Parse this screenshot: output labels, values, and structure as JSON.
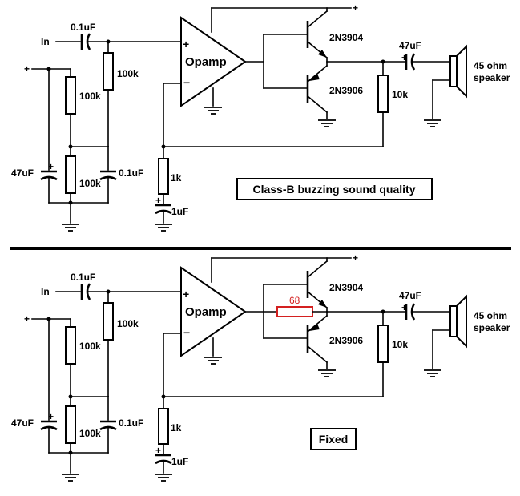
{
  "labels": {
    "input": "In",
    "cap_input": "0.1uF",
    "res_bias_top": "100k",
    "res_divider_top": "100k",
    "res_divider_bottom": "100k",
    "cap_bias": "0.1uF",
    "cap_47": "47uF",
    "res_feedback_1k": "1k",
    "cap_1uf": "1uF",
    "opamp": "Opamp",
    "transistor_npn": "2N3904",
    "transistor_pnp": "2N3906",
    "res_10k": "10k",
    "cap_output": "47uF",
    "speaker_line1": "45 ohm",
    "speaker_line2": "speaker",
    "plus": "+",
    "minus": "−",
    "res_68": "68"
  },
  "captions": {
    "top": "Class-B buzzing sound quality",
    "bottom": "Fixed"
  },
  "colors": {
    "wire": "#000000",
    "highlight_resistor": "#d42020"
  }
}
